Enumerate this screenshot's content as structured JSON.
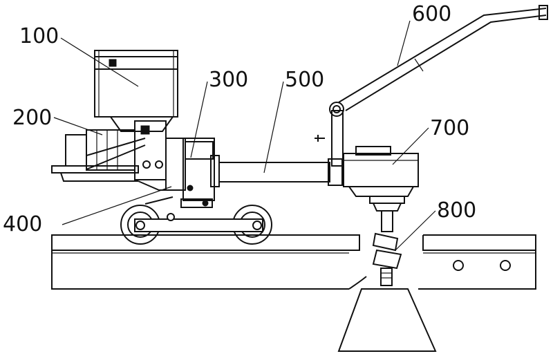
{
  "labels": {
    "l100": "100",
    "l200": "200",
    "l300": "300",
    "l400": "400",
    "l500": "500",
    "l600": "600",
    "l700": "700",
    "l800": "800"
  }
}
